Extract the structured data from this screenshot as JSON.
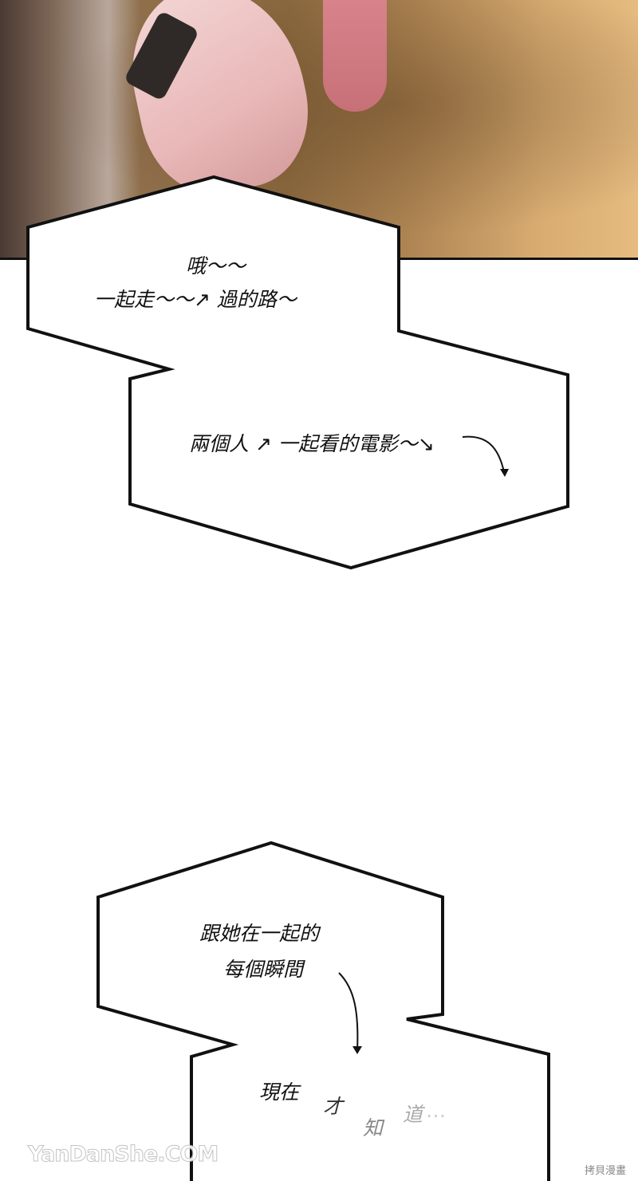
{
  "bubbles": [
    {
      "lines": [
        "哦～～",
        "一起走～～↗ 過的路～"
      ]
    },
    {
      "lines": [
        "兩個人 ↗ 一起看的電影～↘"
      ]
    },
    {
      "lines": [
        "跟她在一起的",
        "每個瞬間"
      ]
    },
    {
      "chars": [
        "現在",
        "才",
        "知",
        "道",
        "…"
      ]
    }
  ],
  "watermark": "YanDanShe.COM",
  "corner_mark": "拷貝漫畫"
}
